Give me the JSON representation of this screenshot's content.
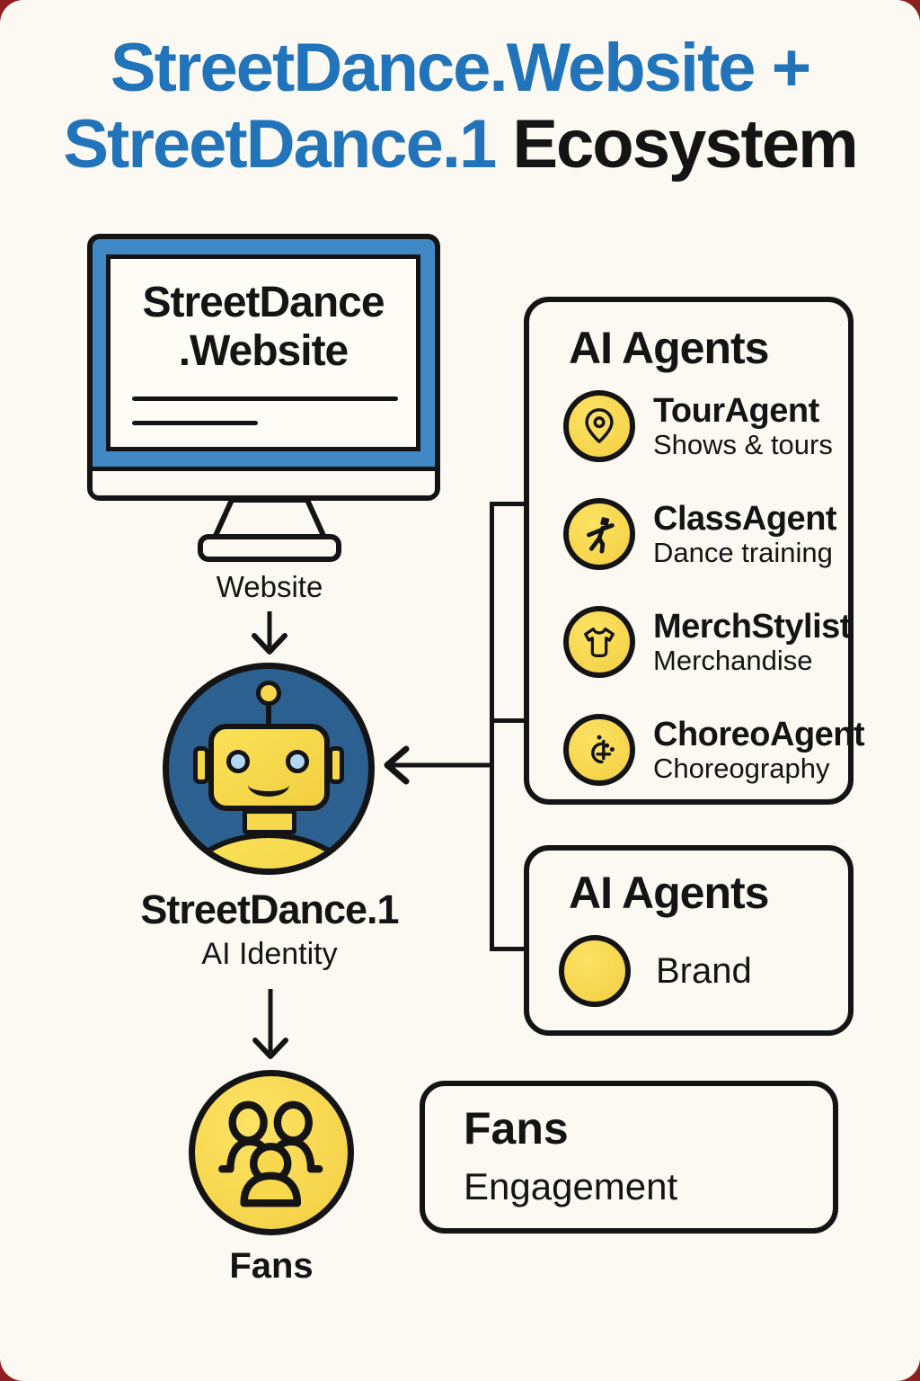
{
  "title": {
    "line1": "StreetDance.Website +",
    "line2_highlight": "StreetDance.1",
    "line2_rest": " Ecosystem"
  },
  "colors": {
    "title_blue": "#2173ba",
    "monitor_bezel_blue": "#4189c5",
    "robot_circle_blue": "#2b6090",
    "icon_yellow": "#f7d84d",
    "eye_light_blue": "#b3d7f2",
    "outline_black": "#141414",
    "background_cream": "#fbf9f2"
  },
  "website_node": {
    "screen_title_line1": "StreetDance",
    "screen_title_line2": ".Website",
    "caption": "Website"
  },
  "identity_node": {
    "title": "StreetDance.1",
    "caption": "AI Identity"
  },
  "fans_node": {
    "caption": "Fans"
  },
  "agents_panel": {
    "title": "AI Agents",
    "items": [
      {
        "icon": "map-pin",
        "name": "TourAgent",
        "description": "Shows & tours"
      },
      {
        "icon": "dancer",
        "name": "ClassAgent",
        "description": "Dance training"
      },
      {
        "icon": "t-shirt",
        "name": "MerchStylist",
        "description": "Merchandise"
      },
      {
        "icon": "choreo-steps",
        "name": "ChoreoAgent",
        "description": "Choreography"
      }
    ]
  },
  "brand_panel": {
    "title": "AI Agents",
    "items": [
      {
        "icon": "solid-circle",
        "name": "Brand"
      }
    ]
  },
  "fans_panel": {
    "title": "Fans",
    "description": "Engagement"
  }
}
